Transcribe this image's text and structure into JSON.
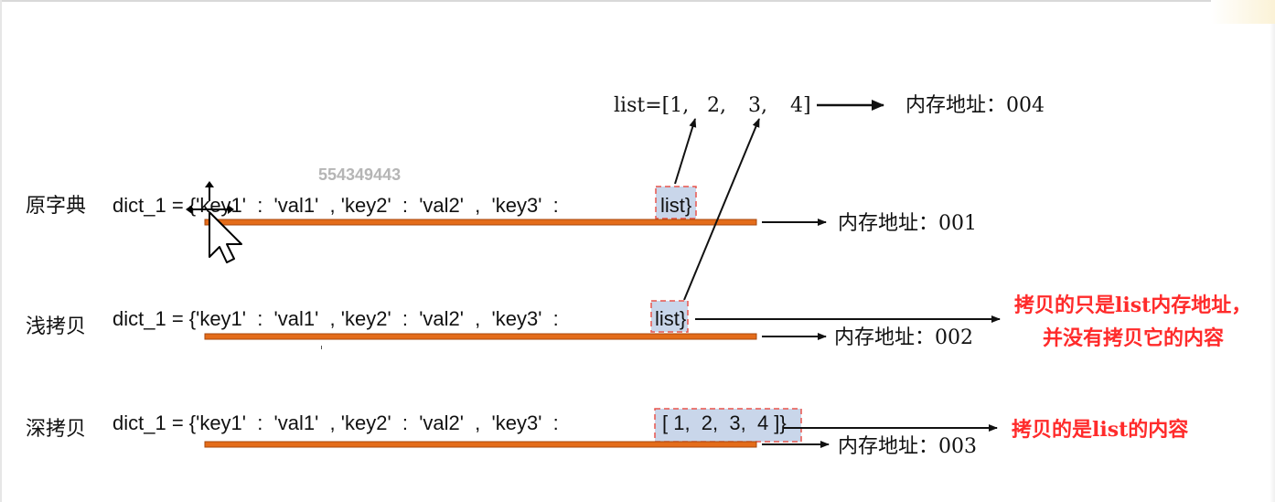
{
  "watermark": "554349443",
  "top_list": {
    "prefix": "list=[1,",
    "items": [
      "2,",
      "3,",
      "4]"
    ],
    "address": "内存地址：004"
  },
  "rows": [
    {
      "label": "原字典",
      "code": "dict_1 = {'key1'  :  'val1'  , 'key2'  :  'val2'  ,  'key3'  :",
      "value": "list}",
      "address": "内存地址：001"
    },
    {
      "label": "浅拷贝",
      "code": "dict_1 = {'key1'  :  'val1'  , 'key2'  :  'val2'  ,  'key3'  :",
      "value": "list}",
      "address": "内存地址：002",
      "note": [
        "拷贝的只是list内存地址，",
        "并没有拷贝它的内容"
      ]
    },
    {
      "label": "深拷贝",
      "code": "dict_1 = {'key1'  :  'val1'  , 'key2'  :  'val2'  ,  'key3'  :",
      "value": "[ 1,  2,  3,  4 ]}",
      "address": "内存地址：003",
      "note": [
        "拷贝的是list的内容"
      ]
    }
  ],
  "colors": {
    "orange_bar": "#e46c1a",
    "note_red": "#ff2b2b",
    "dash_red": "#e8554d",
    "highlight": "#c9d6ea",
    "text": "#111111"
  },
  "icons": [
    "mouse-cursor-icon",
    "move-handle-icon"
  ]
}
